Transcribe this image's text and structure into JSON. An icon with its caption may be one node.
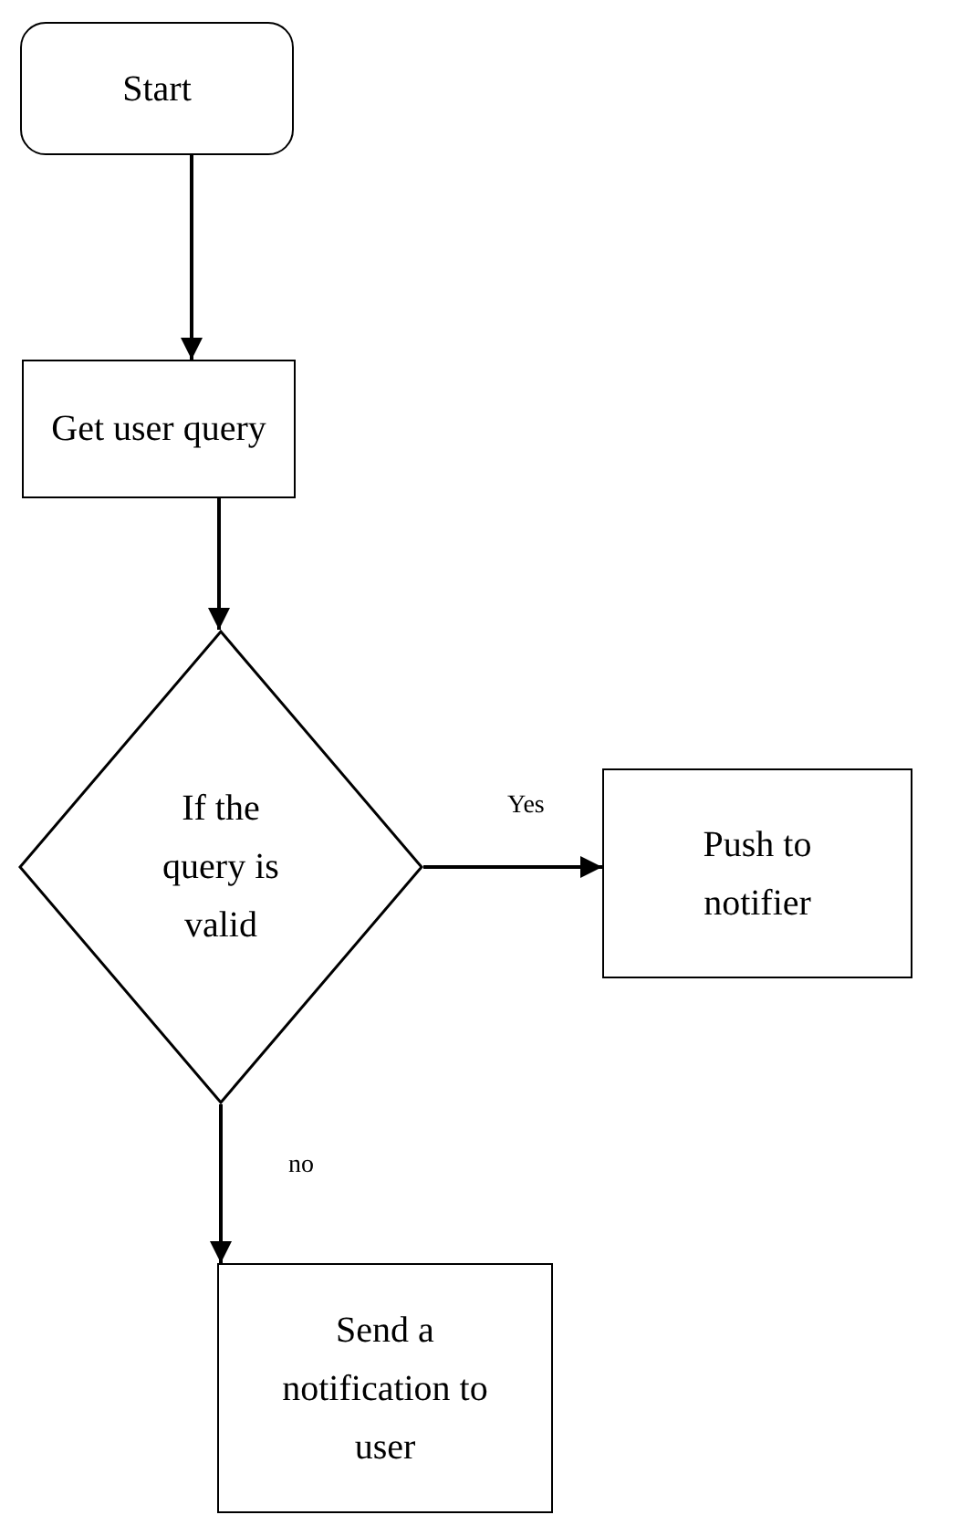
{
  "diagram": {
    "nodes": [
      {
        "text": [
          "Start"
        ]
      },
      {
        "text": [
          "Get user query"
        ]
      },
      {
        "text": [
          "If the query is valid"
        ]
      },
      {
        "text": [
          "Push to notifier"
        ]
      },
      {
        "text": [
          "Send a notification to user"
        ]
      }
    ],
    "edges": [
      {
        "from": 0,
        "to": 1,
        "arrow": "to"
      },
      {
        "from": 1,
        "to": 2,
        "arrow": "to"
      },
      {
        "from": 2,
        "to": 3,
        "arrow": "to",
        "label": "Yes"
      },
      {
        "from": 2,
        "to": 4,
        "arrow": "to",
        "label": "no"
      }
    ]
  }
}
